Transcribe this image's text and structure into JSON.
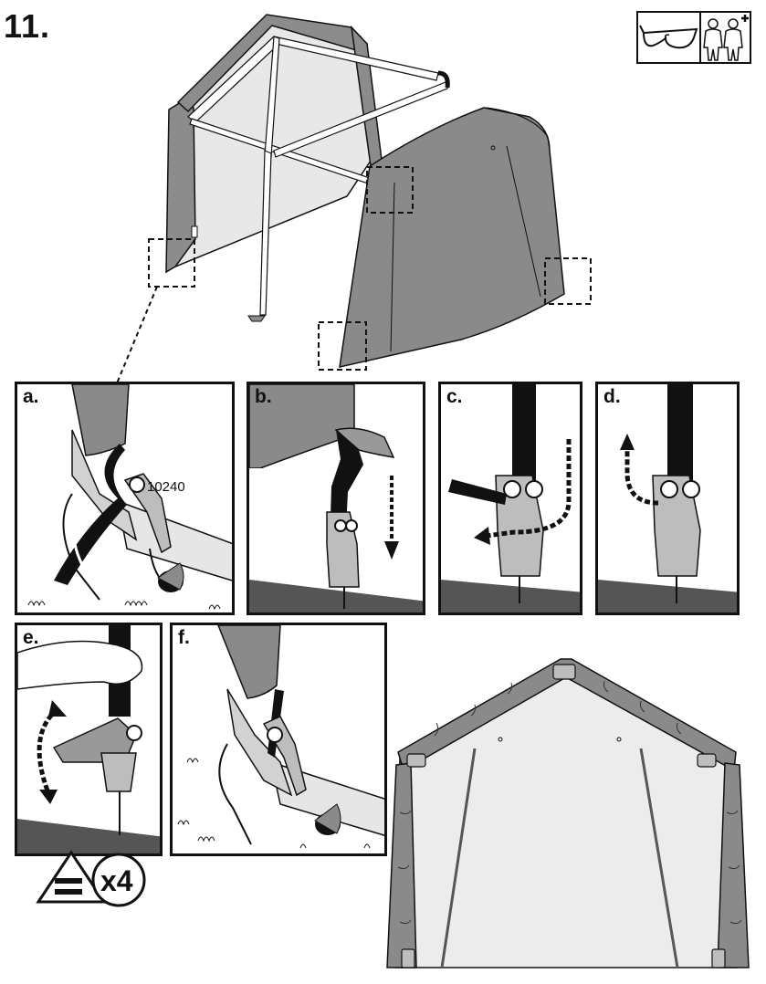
{
  "step": {
    "number": "11."
  },
  "panels": [
    {
      "id": "a",
      "label": "a."
    },
    {
      "id": "b",
      "label": "b."
    },
    {
      "id": "c",
      "label": "c."
    },
    {
      "id": "d",
      "label": "d."
    },
    {
      "id": "e",
      "label": "e."
    },
    {
      "id": "f",
      "label": "f."
    }
  ],
  "part_number": "10240",
  "quantity": {
    "multiplier": "x4"
  },
  "icons": {
    "safety": [
      "safety-glasses-icon",
      "two-person-icon"
    ],
    "equals": "equals-triangle-icon"
  },
  "colors": {
    "cover": "#8a8a8a",
    "cover_light": "#e6e6e6",
    "frame": "#cfcfcf",
    "ink": "#111111"
  }
}
